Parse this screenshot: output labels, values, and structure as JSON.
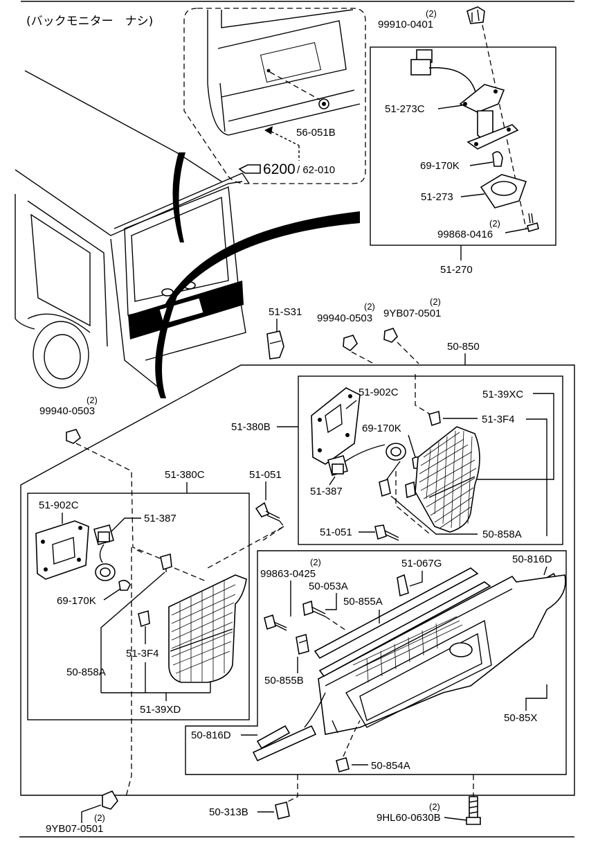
{
  "title": "(バックモニター　ナシ)",
  "reference": {
    "main": "6200",
    "sub": "/ 62-010"
  },
  "labels": {
    "p99910": "99910-0401",
    "q99910": "(2)",
    "p56051b": "56-051B",
    "p51273c": "51-273C",
    "p69170k_a": "69-170K",
    "p51273": "51-273",
    "p99868": "99868-0416",
    "q99868": "(2)",
    "p51270": "51-270",
    "p51s31": "51-S31",
    "p99940_a": "99940-0503",
    "q99940_a": "(2)",
    "p9yb07_a": "9YB07-0501",
    "q9yb07_a": "(2)",
    "p50850": "50-850",
    "p99940_b": "99940-0503",
    "q99940_b": "(2)",
    "p51902c_a": "51-902C",
    "p51380b": "51-380B",
    "p69170k_b": "69-170K",
    "p5139xc": "51-39XC",
    "p513f4_a": "51-3F4",
    "p51387_a": "51-387",
    "p51051_a": "51-051",
    "p51051_b": "51-051",
    "p50858a_a": "50-858A",
    "p51380c": "51-380C",
    "p51902c_b": "51-902C",
    "p51387_b": "51-387",
    "p69170k_c": "69-170K",
    "p513f4_b": "51-3F4",
    "p50858a_b": "50-858A",
    "p5139xd": "51-39XD",
    "p99863": "99863-0425",
    "q99863": "(2)",
    "p50053a": "50-053A",
    "p51067g": "51-067G",
    "p50816d_a": "50-816D",
    "p50855a": "50-855A",
    "p50855b": "50-855B",
    "p5085x": "50-85X",
    "p50816d_b": "50-816D",
    "p50854a": "50-854A",
    "p50313b": "50-313B",
    "p9hl60": "9HL60-0630B",
    "q9hl60": "(2)",
    "p9yb07_b": "9YB07-0501",
    "q9yb07_b": "(2)"
  }
}
